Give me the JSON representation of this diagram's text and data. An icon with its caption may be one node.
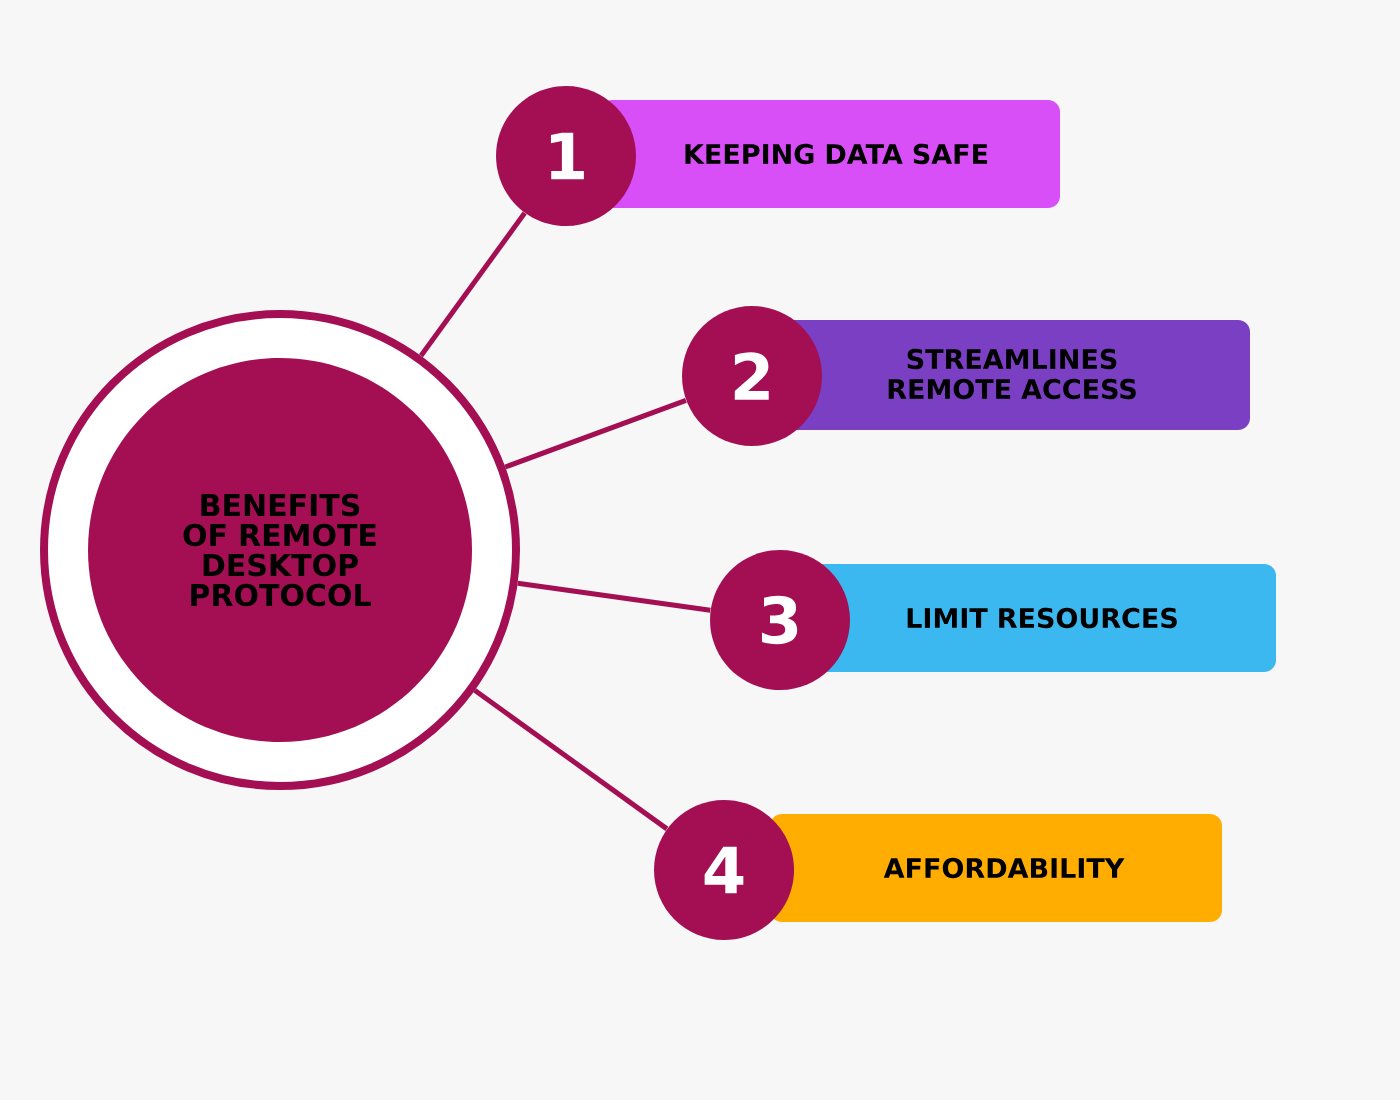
{
  "diagram": {
    "nodes": [
      {
        "text": [
          "BENEFITS OF REMOTE DESKTOP PROTOCOL"
        ]
      },
      {
        "text": [
          "1"
        ]
      },
      {
        "text": [
          "KEEPING DATA SAFE"
        ]
      },
      {
        "text": [
          "2"
        ]
      },
      {
        "text": [
          "STREAMLINES REMOTE ACCESS"
        ]
      },
      {
        "text": [
          "3"
        ]
      },
      {
        "text": [
          "LIMIT RESOURCES"
        ]
      },
      {
        "text": [
          "4"
        ]
      },
      {
        "text": [
          "AFFORDABILITY"
        ]
      }
    ],
    "edges": [
      {
        "from": 0,
        "to": 1,
        "arrow": "none"
      },
      {
        "from": 0,
        "to": 3,
        "arrow": "none"
      },
      {
        "from": 0,
        "to": 5,
        "arrow": "none"
      },
      {
        "from": 0,
        "to": 7,
        "arrow": "none"
      }
    ]
  }
}
